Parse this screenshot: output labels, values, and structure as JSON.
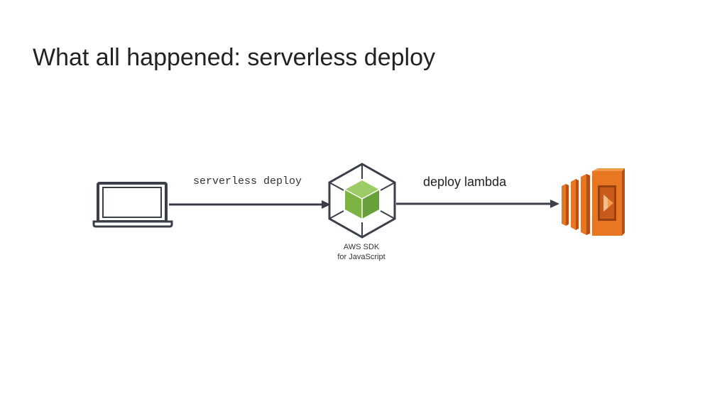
{
  "slide": {
    "title": "What all happened: serverless deploy"
  },
  "diagram": {
    "edges": [
      {
        "from": "laptop",
        "to": "aws-sdk",
        "label": "serverless deploy"
      },
      {
        "from": "aws-sdk",
        "to": "aws-lambda",
        "label": "deploy lambda"
      }
    ],
    "nodes": {
      "laptop": {
        "icon": "laptop-icon"
      },
      "aws_sdk": {
        "icon": "aws-sdk-javascript-icon",
        "caption_line1": "AWS SDK",
        "caption_line2": "for JavaScript"
      },
      "lambda": {
        "icon": "aws-lambda-icon"
      }
    }
  },
  "colors": {
    "arrow": "#3b3f4a",
    "sdk_cube": "#7cb342",
    "sdk_outline": "#3b3f4a",
    "lambda_orange": "#e87722",
    "lambda_dark": "#b4501b"
  }
}
